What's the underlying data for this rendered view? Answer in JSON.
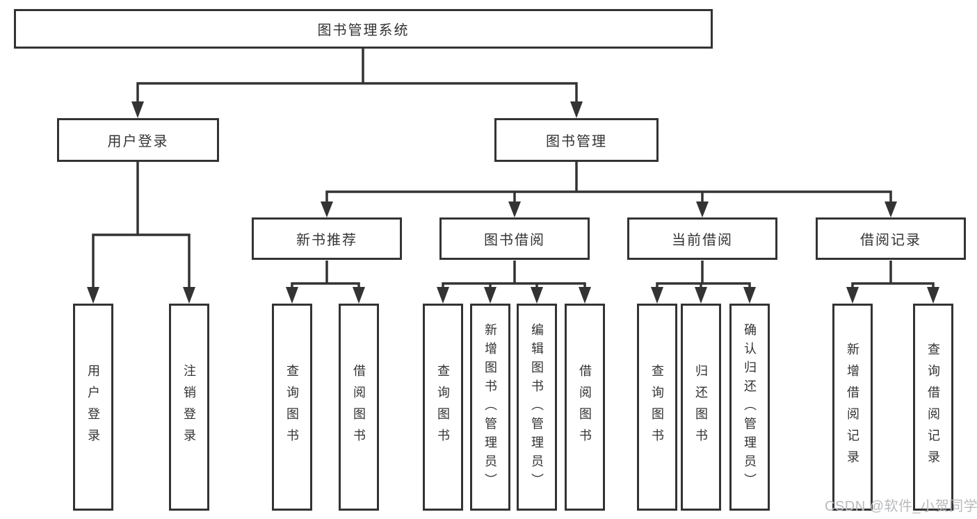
{
  "page": {
    "background": "#ffffff",
    "line_color": "#333333",
    "text_color": "#333333"
  },
  "watermark": {
    "text": "CSDN @软件_小贺同学",
    "color": "#b8babd"
  },
  "tree": {
    "root": {
      "label": "图书管理系统"
    },
    "branches": [
      {
        "label": "用户登录",
        "children": [
          "用户登录",
          "注销登录"
        ]
      },
      {
        "label": "图书管理",
        "sections": [
          {
            "label": "新书推荐",
            "children": [
              "查询图书",
              "借阅图书"
            ]
          },
          {
            "label": "图书借阅",
            "children": [
              "查询图书",
              "新增图书（管理员）",
              "编辑图书（管理员）",
              "借阅图书"
            ]
          },
          {
            "label": "当前借阅",
            "children": [
              "查询图书",
              "归还图书",
              "确认归还（管理员）"
            ]
          },
          {
            "label": "借阅记录",
            "children": [
              "新增借阅记录",
              "查询借阅记录"
            ]
          }
        ]
      }
    ]
  }
}
